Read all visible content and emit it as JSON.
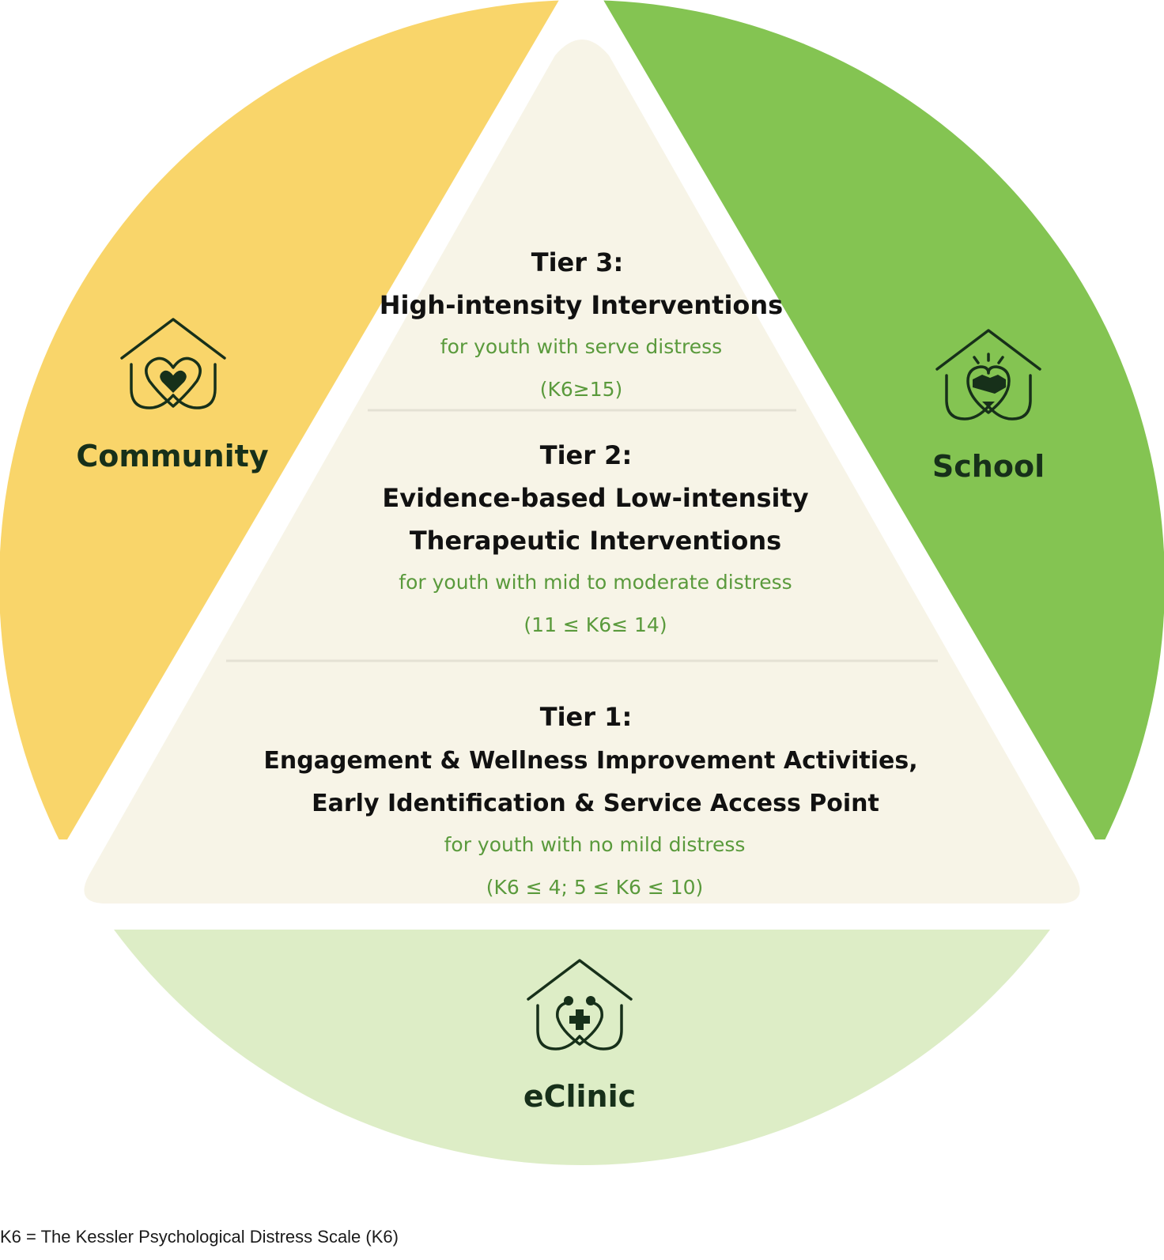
{
  "colors": {
    "community": "#f9d56a",
    "school": "#84c452",
    "eclinic": "#ddedc6",
    "pyramid": "#f7f4e7",
    "divider": "#e4e1d4",
    "icon": "#17301a",
    "subtitle": "#5a9a3c"
  },
  "contexts": {
    "community": {
      "label": "Community",
      "icon": "house-heart-icon"
    },
    "school": {
      "label": "School",
      "icon": "house-handshake-icon"
    },
    "eclinic": {
      "label": "eClinic",
      "icon": "house-medical-cross-icon"
    }
  },
  "tiers": {
    "tier3": {
      "heading": "Tier 3:",
      "title_lines": [
        "High-intensity Interventions"
      ],
      "subtitle": "for youth with serve distress",
      "range": "(K6≥15)"
    },
    "tier2": {
      "heading": "Tier 2:",
      "title_lines": [
        "Evidence-based Low-intensity",
        "Therapeutic Interventions"
      ],
      "subtitle": "for youth with mid to moderate distress",
      "range": "(11 ≤ K6≤ 14)"
    },
    "tier1": {
      "heading": "Tier 1:",
      "title_lines": [
        "Engagement & Wellness Improvement Activities,",
        "Early Identification & Service Access Point"
      ],
      "subtitle": "for youth with no mild distress",
      "range": "(K6 ≤ 4; 5 ≤ K6 ≤ 10)"
    }
  },
  "footnote": "K6 = The Kessler Psychological Distress Scale (K6)"
}
